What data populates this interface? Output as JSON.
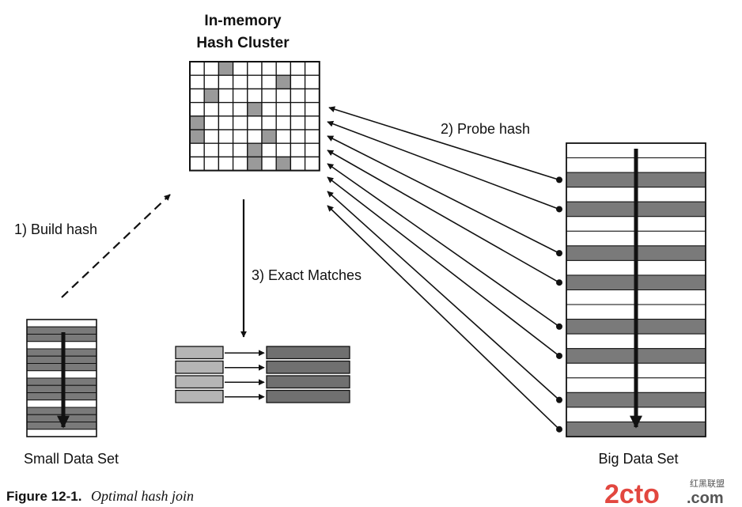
{
  "title": {
    "line1": "In-memory",
    "line2": "Hash Cluster"
  },
  "steps": {
    "build": "1) Build hash",
    "probe": "2) Probe hash",
    "exact": "3) Exact Matches"
  },
  "labels": {
    "small": "Small Data Set",
    "big": "Big Data Set"
  },
  "caption": {
    "figure": "Figure 12-1.",
    "title": "Optimal hash join"
  },
  "watermark": {
    "brand": "2cto",
    "domain": ".com",
    "chinese": "红黑联盟"
  },
  "colors": {
    "shaded_row": "#7a7a7a",
    "light_bar": "#b5b5b5",
    "dark_bar": "#707070",
    "line": "#111111",
    "watermark": "#e2473f"
  },
  "hash_grid": {
    "rows": 8,
    "cols": 9,
    "shaded_cells": [
      [
        0,
        2
      ],
      [
        1,
        6
      ],
      [
        2,
        1
      ],
      [
        3,
        4
      ],
      [
        4,
        0
      ],
      [
        5,
        0
      ],
      [
        5,
        5
      ],
      [
        6,
        4
      ],
      [
        7,
        4
      ],
      [
        7,
        6
      ]
    ]
  },
  "small_table": {
    "rows": 16,
    "shaded_rows": [
      1,
      2,
      4,
      5,
      6,
      8,
      9,
      10,
      12,
      13,
      14
    ]
  },
  "big_table": {
    "rows": 20,
    "shaded_rows": [
      2,
      4,
      7,
      9,
      12,
      14,
      17,
      19
    ],
    "probe_rows": [
      2,
      4,
      7,
      9,
      12,
      14,
      17,
      19
    ]
  },
  "match_rows": 4
}
